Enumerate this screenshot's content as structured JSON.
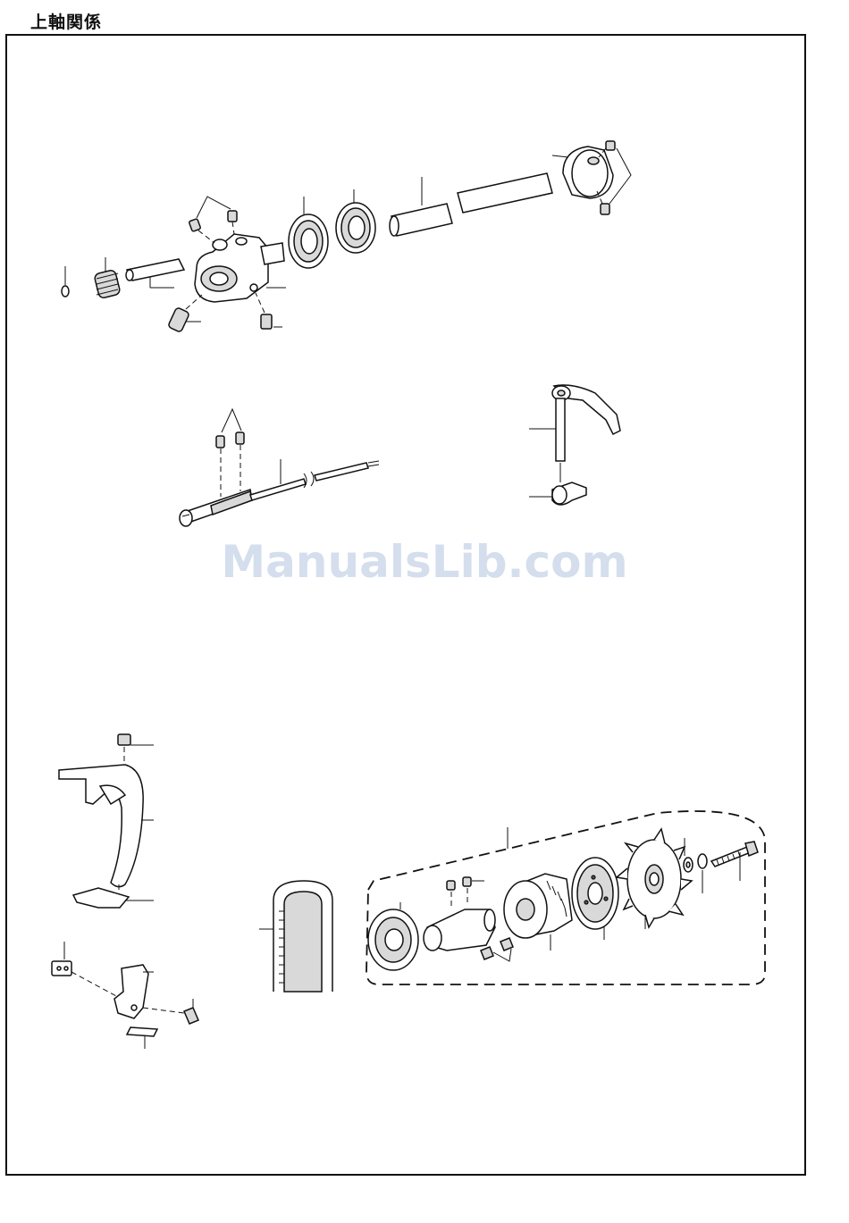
{
  "page": {
    "title": "上軸関係"
  },
  "watermark": {
    "text": "ManualsLib.com"
  },
  "diagram": {
    "groups": [
      "upper-shaft-assembly",
      "needle-bar-rod",
      "thread-take-up-lever",
      "belt-cover",
      "timing-belt",
      "pulley-fan-assembly"
    ]
  }
}
